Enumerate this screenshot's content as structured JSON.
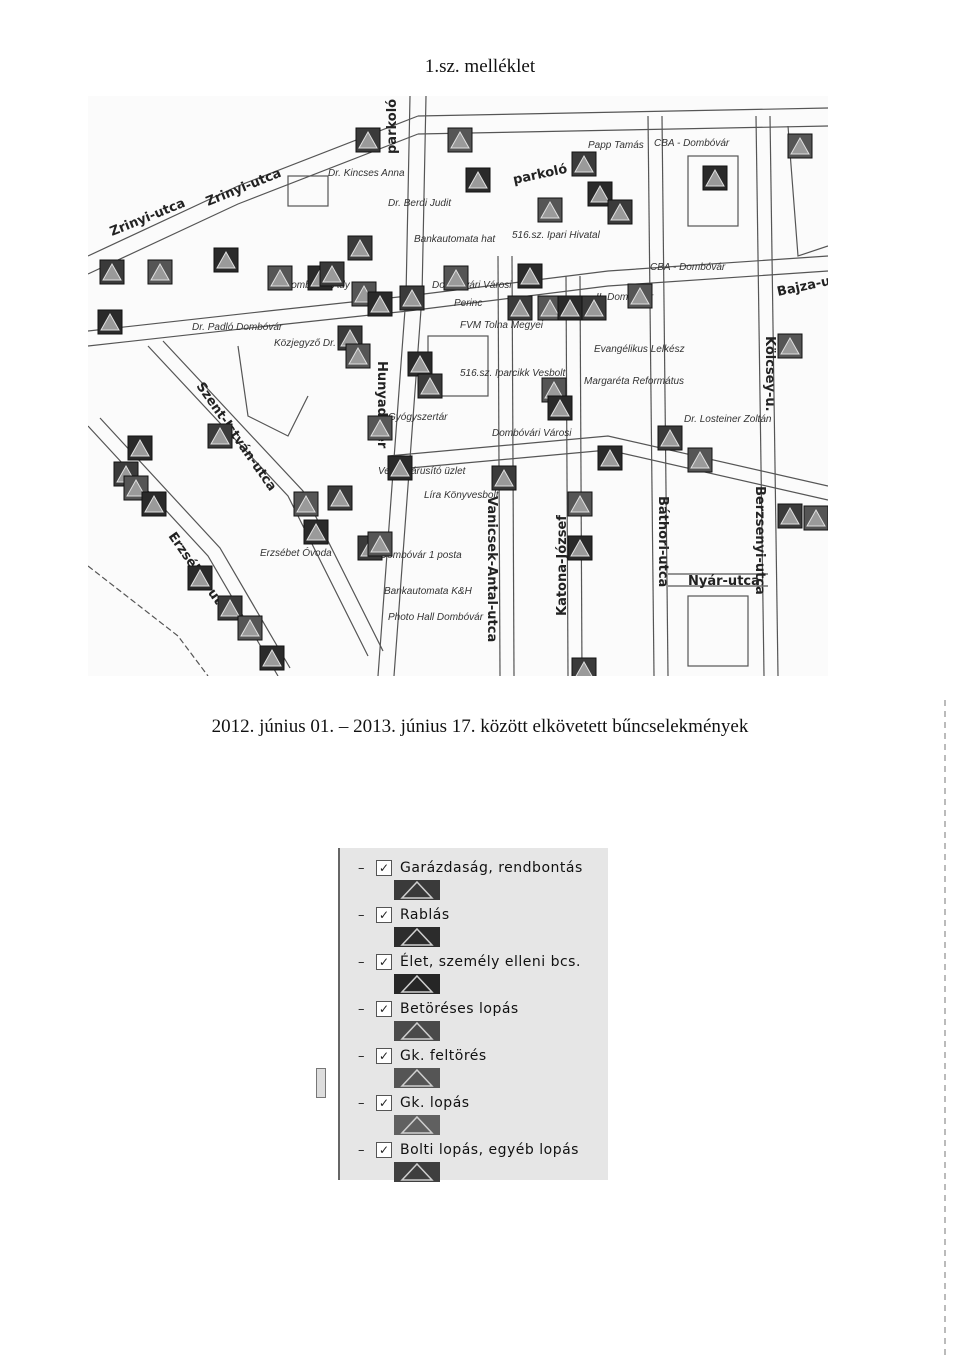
{
  "page": {
    "header": "1.sz. melléklet",
    "caption": "2012. június 01. – 2013. június 17. között elkövetett bűncselekmények"
  },
  "map": {
    "streets": [
      {
        "key": "zrinyi-1",
        "label": "Zrinyi-utca"
      },
      {
        "key": "zrinyi-2",
        "label": "Zrinyi-utca"
      },
      {
        "key": "parkolo-1",
        "label": "parkoló"
      },
      {
        "key": "parkolo-2",
        "label": "parkoló"
      },
      {
        "key": "hunyadi",
        "label": "Hunyadi-tér"
      },
      {
        "key": "szent-istvan",
        "label": "Szent-István-utca"
      },
      {
        "key": "erzsebet",
        "label": "Erzsébet-utca"
      },
      {
        "key": "vanicsek",
        "label": "Vanicsek-Antal-utca"
      },
      {
        "key": "katona",
        "label": "Katona-József"
      },
      {
        "key": "bathori",
        "label": "Báthori-utca"
      },
      {
        "key": "berzsenyi",
        "label": "Berzsenyi-utca"
      },
      {
        "key": "kolcsey",
        "label": "Kölcsey-u."
      },
      {
        "key": "bajza",
        "label": "Bajza-utca"
      },
      {
        "key": "nyar",
        "label": "Nyár-utca"
      }
    ],
    "places": [
      {
        "key": "papp",
        "label": "Papp Tamás"
      },
      {
        "key": "cba-1",
        "label": "CBA - Dombóvár"
      },
      {
        "key": "kincses",
        "label": "Dr. Kincses Anna"
      },
      {
        "key": "berdi",
        "label": "Dr. Berdi Judit"
      },
      {
        "key": "bankautomata-1",
        "label": "Bankautomata hat"
      },
      {
        "key": "hivatal",
        "label": "516.sz. Ipari Hivatal"
      },
      {
        "key": "dombovari-varosi",
        "label": "Dombóvári Városi"
      },
      {
        "key": "cba-2",
        "label": "CBA - Dombóvár"
      },
      {
        "key": "ady",
        "label": "Dombóvár Ady"
      },
      {
        "key": "perinc",
        "label": "Perinc"
      },
      {
        "key": "dombovar-ii",
        "label": "II. Dombóvár"
      },
      {
        "key": "fvm",
        "label": "FVM Tolna Megyei"
      },
      {
        "key": "padlo",
        "label": "Dr. Padló Dombóvár"
      },
      {
        "key": "kozjegyzo",
        "label": "Közjegyző Dr."
      },
      {
        "key": "evangelikus",
        "label": "Evangélikus Lelkész"
      },
      {
        "key": "ruhabolt",
        "label": "516.sz. Iparcikk Vesbolt"
      },
      {
        "key": "reformatus",
        "label": "Margaréta Református"
      },
      {
        "key": "gyogyszertar",
        "label": "Gyógyszertár"
      },
      {
        "key": "dombovari-varosi-2",
        "label": "Dombóvári Városi"
      },
      {
        "key": "losteiner",
        "label": "Dr. Losteiner Zoltán"
      },
      {
        "key": "uzlet",
        "label": "Vegyesárusító üzlet"
      },
      {
        "key": "lira",
        "label": "Líra Könyvesbolt"
      },
      {
        "key": "ovoda",
        "label": "Erzsébet Óvoda"
      },
      {
        "key": "posta",
        "label": "Dombóvár 1 posta"
      },
      {
        "key": "bankautomata-2",
        "label": "Bankautomata K&H"
      },
      {
        "key": "photo",
        "label": "Photo Hall Dombóvár"
      }
    ]
  },
  "legend": {
    "items": [
      {
        "label": "Garázdaság, rendbontás",
        "icon": "crime-icon-garazdasag",
        "color": "#3a3a3a"
      },
      {
        "label": "Rablás",
        "icon": "crime-icon-rablas",
        "color": "#2c2c2c"
      },
      {
        "label": "Élet, személy elleni bcs.",
        "icon": "crime-icon-szemely",
        "color": "#262626"
      },
      {
        "label": "Betöréses lopás",
        "icon": "crime-icon-betores",
        "color": "#4a4a4a"
      },
      {
        "label": "Gk. feltörés",
        "icon": "crime-icon-feltores",
        "color": "#555555"
      },
      {
        "label": "Gk. lopás",
        "icon": "crime-icon-gk-lopas",
        "color": "#606060"
      },
      {
        "label": "Bolti lopás, egyéb lopás",
        "icon": "crime-icon-bolti",
        "color": "#3f3f3f"
      }
    ],
    "check_glyph": "✓"
  }
}
